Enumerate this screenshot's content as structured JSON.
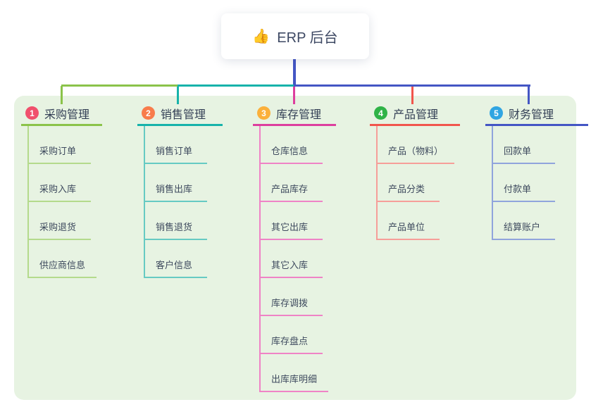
{
  "root": {
    "emoji": "👍",
    "label": "ERP 后台"
  },
  "branches": [
    {
      "num": "1",
      "title": "采购管理",
      "badge_color": "#f0506c",
      "line_color": "#8bc34a",
      "child_line_color": "#b4da8c",
      "children": [
        "采购订单",
        "采购入库",
        "采购退货",
        "供应商信息"
      ]
    },
    {
      "num": "2",
      "title": "销售管理",
      "badge_color": "#f87c4b",
      "line_color": "#17b3aa",
      "child_line_color": "#66cac3",
      "children": [
        "销售订单",
        "销售出库",
        "销售退货",
        "客户信息"
      ]
    },
    {
      "num": "3",
      "title": "库存管理",
      "badge_color": "#fbb03b",
      "line_color": "#dd3f9e",
      "child_line_color": "#ef83c6",
      "children": [
        "仓库信息",
        "产品库存",
        "其它出库",
        "其它入库",
        "库存调拨",
        "库存盘点",
        "出库库明细"
      ]
    },
    {
      "num": "4",
      "title": "产品管理",
      "badge_color": "#2fb347",
      "line_color": "#f1564d",
      "child_line_color": "#f69e99",
      "children": [
        "产品（物料）",
        "产品分类",
        "产品单位"
      ]
    },
    {
      "num": "5",
      "title": "财务管理",
      "badge_color": "#30a5e2",
      "line_color": "#4456c4",
      "child_line_color": "#90a4dc",
      "children": [
        "回款单",
        "付款单",
        "结算账户"
      ]
    }
  ],
  "colors": {
    "panel_bg": "#e7f3e2",
    "connector_blue": "#4456c4",
    "title_text": "#333f55",
    "child_text": "#3e4a5e"
  }
}
